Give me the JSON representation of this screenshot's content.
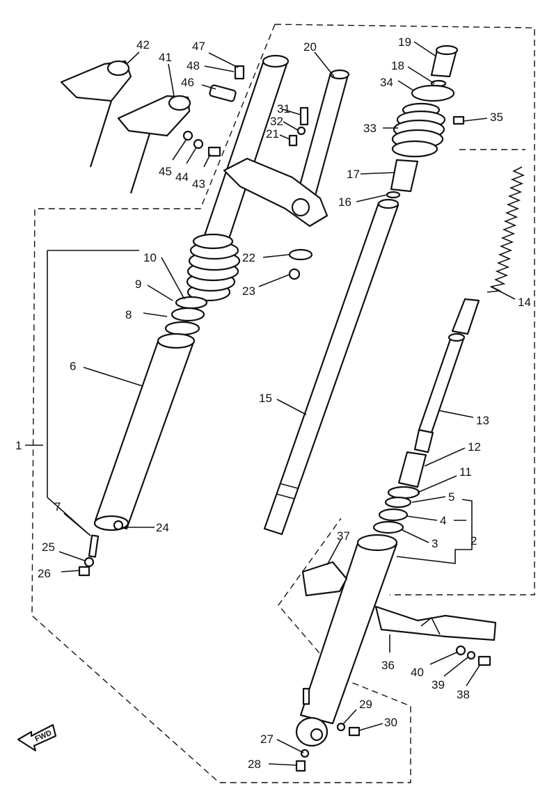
{
  "callouts": {
    "c1": "1",
    "c2": "2",
    "c3": "3",
    "c4": "4",
    "c5": "5",
    "c6": "6",
    "c7": "7",
    "c8": "8",
    "c9": "9",
    "c10": "10",
    "c11": "11",
    "c12": "12",
    "c13": "13",
    "c14": "14",
    "c15": "15",
    "c16": "16",
    "c17": "17",
    "c18": "18",
    "c19": "19",
    "c20": "20",
    "c21": "21",
    "c22": "22",
    "c23": "23",
    "c24": "24",
    "c25": "25",
    "c26": "26",
    "c27": "27",
    "c28": "28",
    "c29": "29",
    "c30": "30",
    "c31": "31",
    "c32": "32",
    "c33": "33",
    "c34": "34",
    "c35": "35",
    "c36": "36",
    "c37": "37",
    "c38": "38",
    "c39": "39",
    "c40": "40",
    "c41": "41",
    "c42": "42",
    "c43": "43",
    "c44": "44",
    "c45": "45",
    "c46": "46",
    "c47": "47",
    "c48": "48"
  },
  "fwd_badge": "FWD",
  "colors": {
    "ink": "#111111",
    "paper": "#ffffff"
  }
}
